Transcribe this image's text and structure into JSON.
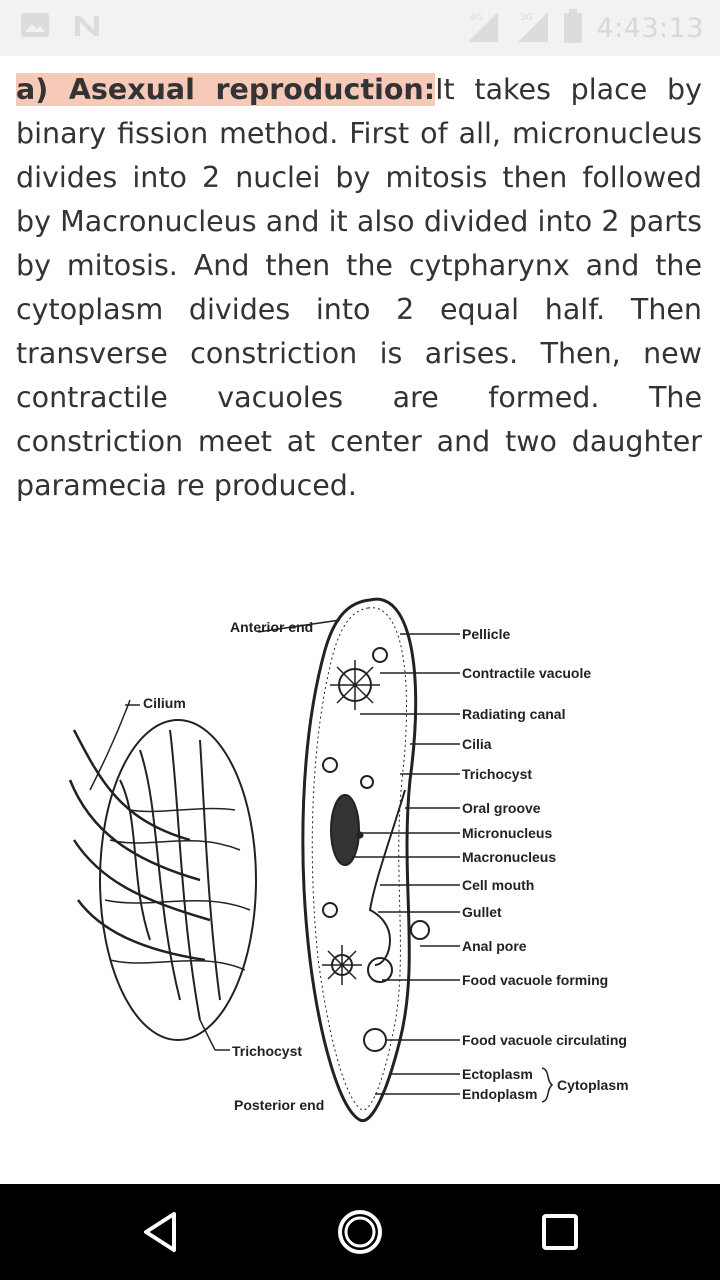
{
  "status_bar": {
    "time": "4:43:13",
    "network_1": "4G",
    "network_2": "3G",
    "icons": [
      "image-icon",
      "n-app-icon",
      "signal-icon",
      "signal-icon",
      "battery-icon"
    ]
  },
  "article": {
    "heading": "a) Asexual reproduction:",
    "body": "It takes place by binary fission method. First of all, micronucleus divides into 2 nuclei by mitosis then followed by Macronucleus and it also divided into 2 parts by mitosis. And then the cytpharynx and the cytoplasm divides into 2 equal half. Then transverse constriction is arises. Then, new contractile vacuoles are formed. The constriction meet at center and two daughter paramecia re produced."
  },
  "diagram": {
    "left_labels": {
      "anterior_end": "Anterior end",
      "cilium": "Cilium",
      "trichocyst": "Trichocyst",
      "posterior_end": "Posterior end"
    },
    "right_labels": [
      "Pellicle",
      "Contractile vacuole",
      "Radiating canal",
      "Cilia",
      "Trichocyst",
      "Oral groove",
      "Micronucleus",
      "Macronucleus",
      "Cell mouth",
      "Gullet",
      "Anal pore",
      "Food vacuole forming",
      "Food vacuole circulating",
      "Ectoplasm",
      "Endoplasm"
    ],
    "cytoplasm_label": "Cytoplasm"
  },
  "nav_bar": {
    "icons": [
      "back-icon",
      "home-icon",
      "recents-icon"
    ]
  }
}
